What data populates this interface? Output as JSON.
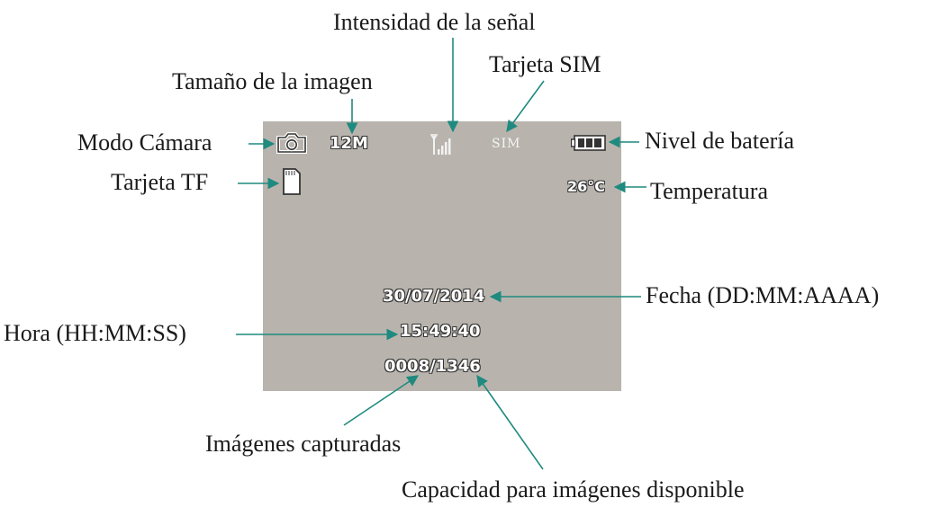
{
  "screen": {
    "image_size": "12M",
    "sim_text": "SIM",
    "temperature": "26°C",
    "date": "30/07/2014",
    "time": "15:49:40",
    "capture_count": "0008/1346",
    "background_color": "#b8b4ad"
  },
  "labels": {
    "signal_strength": "Intensidad de la señal",
    "sim_card": "Tarjeta SIM",
    "image_size": "Tamaño de la imagen",
    "camera_mode": "Modo Cámara",
    "tf_card": "Tarjeta TF",
    "battery_level": "Nivel de batería",
    "temperature": "Temperatura",
    "date": "Fecha (DD:MM:AAAA)",
    "time": "Hora (HH:MM:SS)",
    "captured_images": "Imágenes capturadas",
    "available_capacity": "Capacidad para imágenes disponible"
  },
  "icons": {
    "camera": "camera-icon",
    "sd_card": "sd-card-icon",
    "signal": "signal-icon",
    "battery": "battery-icon"
  },
  "colors": {
    "arrow": "#1f8a7f",
    "label_text": "#1a1a1a",
    "overlay_text": "#ffffff"
  }
}
